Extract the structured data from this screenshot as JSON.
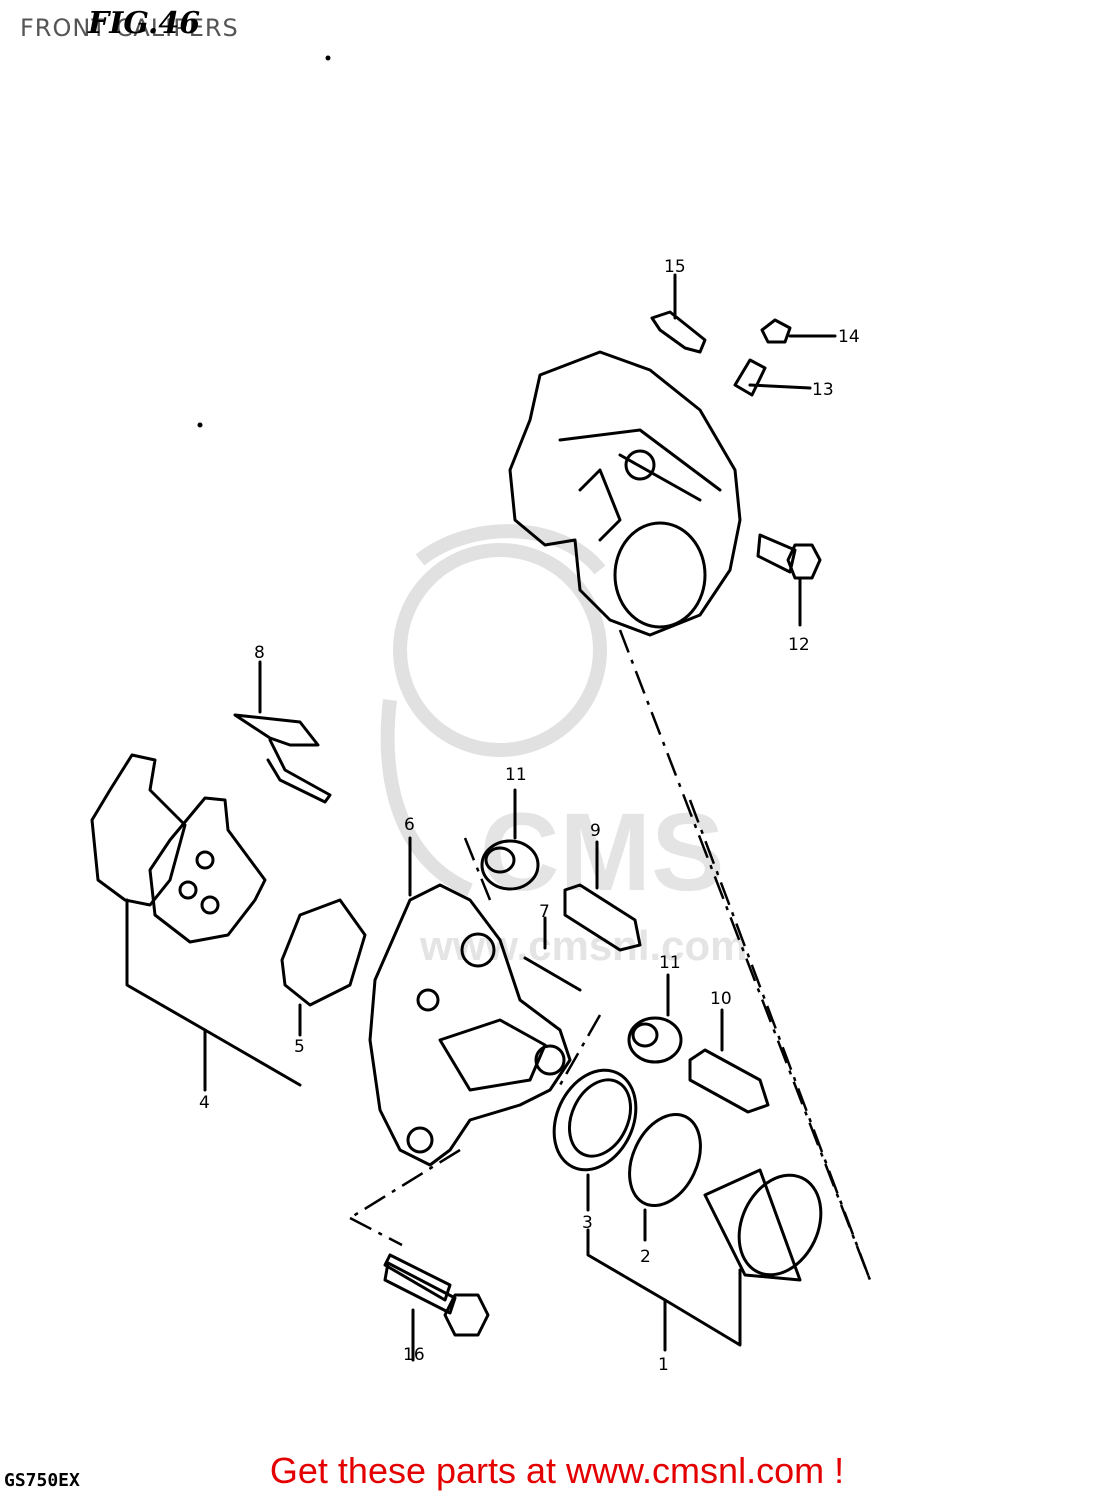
{
  "header": {
    "title": "FRONT CALIPERS",
    "fig_label": "FIG.46"
  },
  "watermark": {
    "brand": "CMS",
    "site": "www.cmsnl.com"
  },
  "callouts": [
    "1",
    "2",
    "3",
    "4",
    "5",
    "6",
    "7",
    "8",
    "9",
    "10",
    "11",
    "11",
    "12",
    "13",
    "14",
    "15",
    "16"
  ],
  "footer": {
    "model_code": "GS750EX",
    "cta": "Get these parts at www.cmsnl.com !"
  },
  "colors": {
    "line": "#000000",
    "watermark": "#d9d9d9",
    "cta": "#e40000",
    "title": "#555555"
  }
}
